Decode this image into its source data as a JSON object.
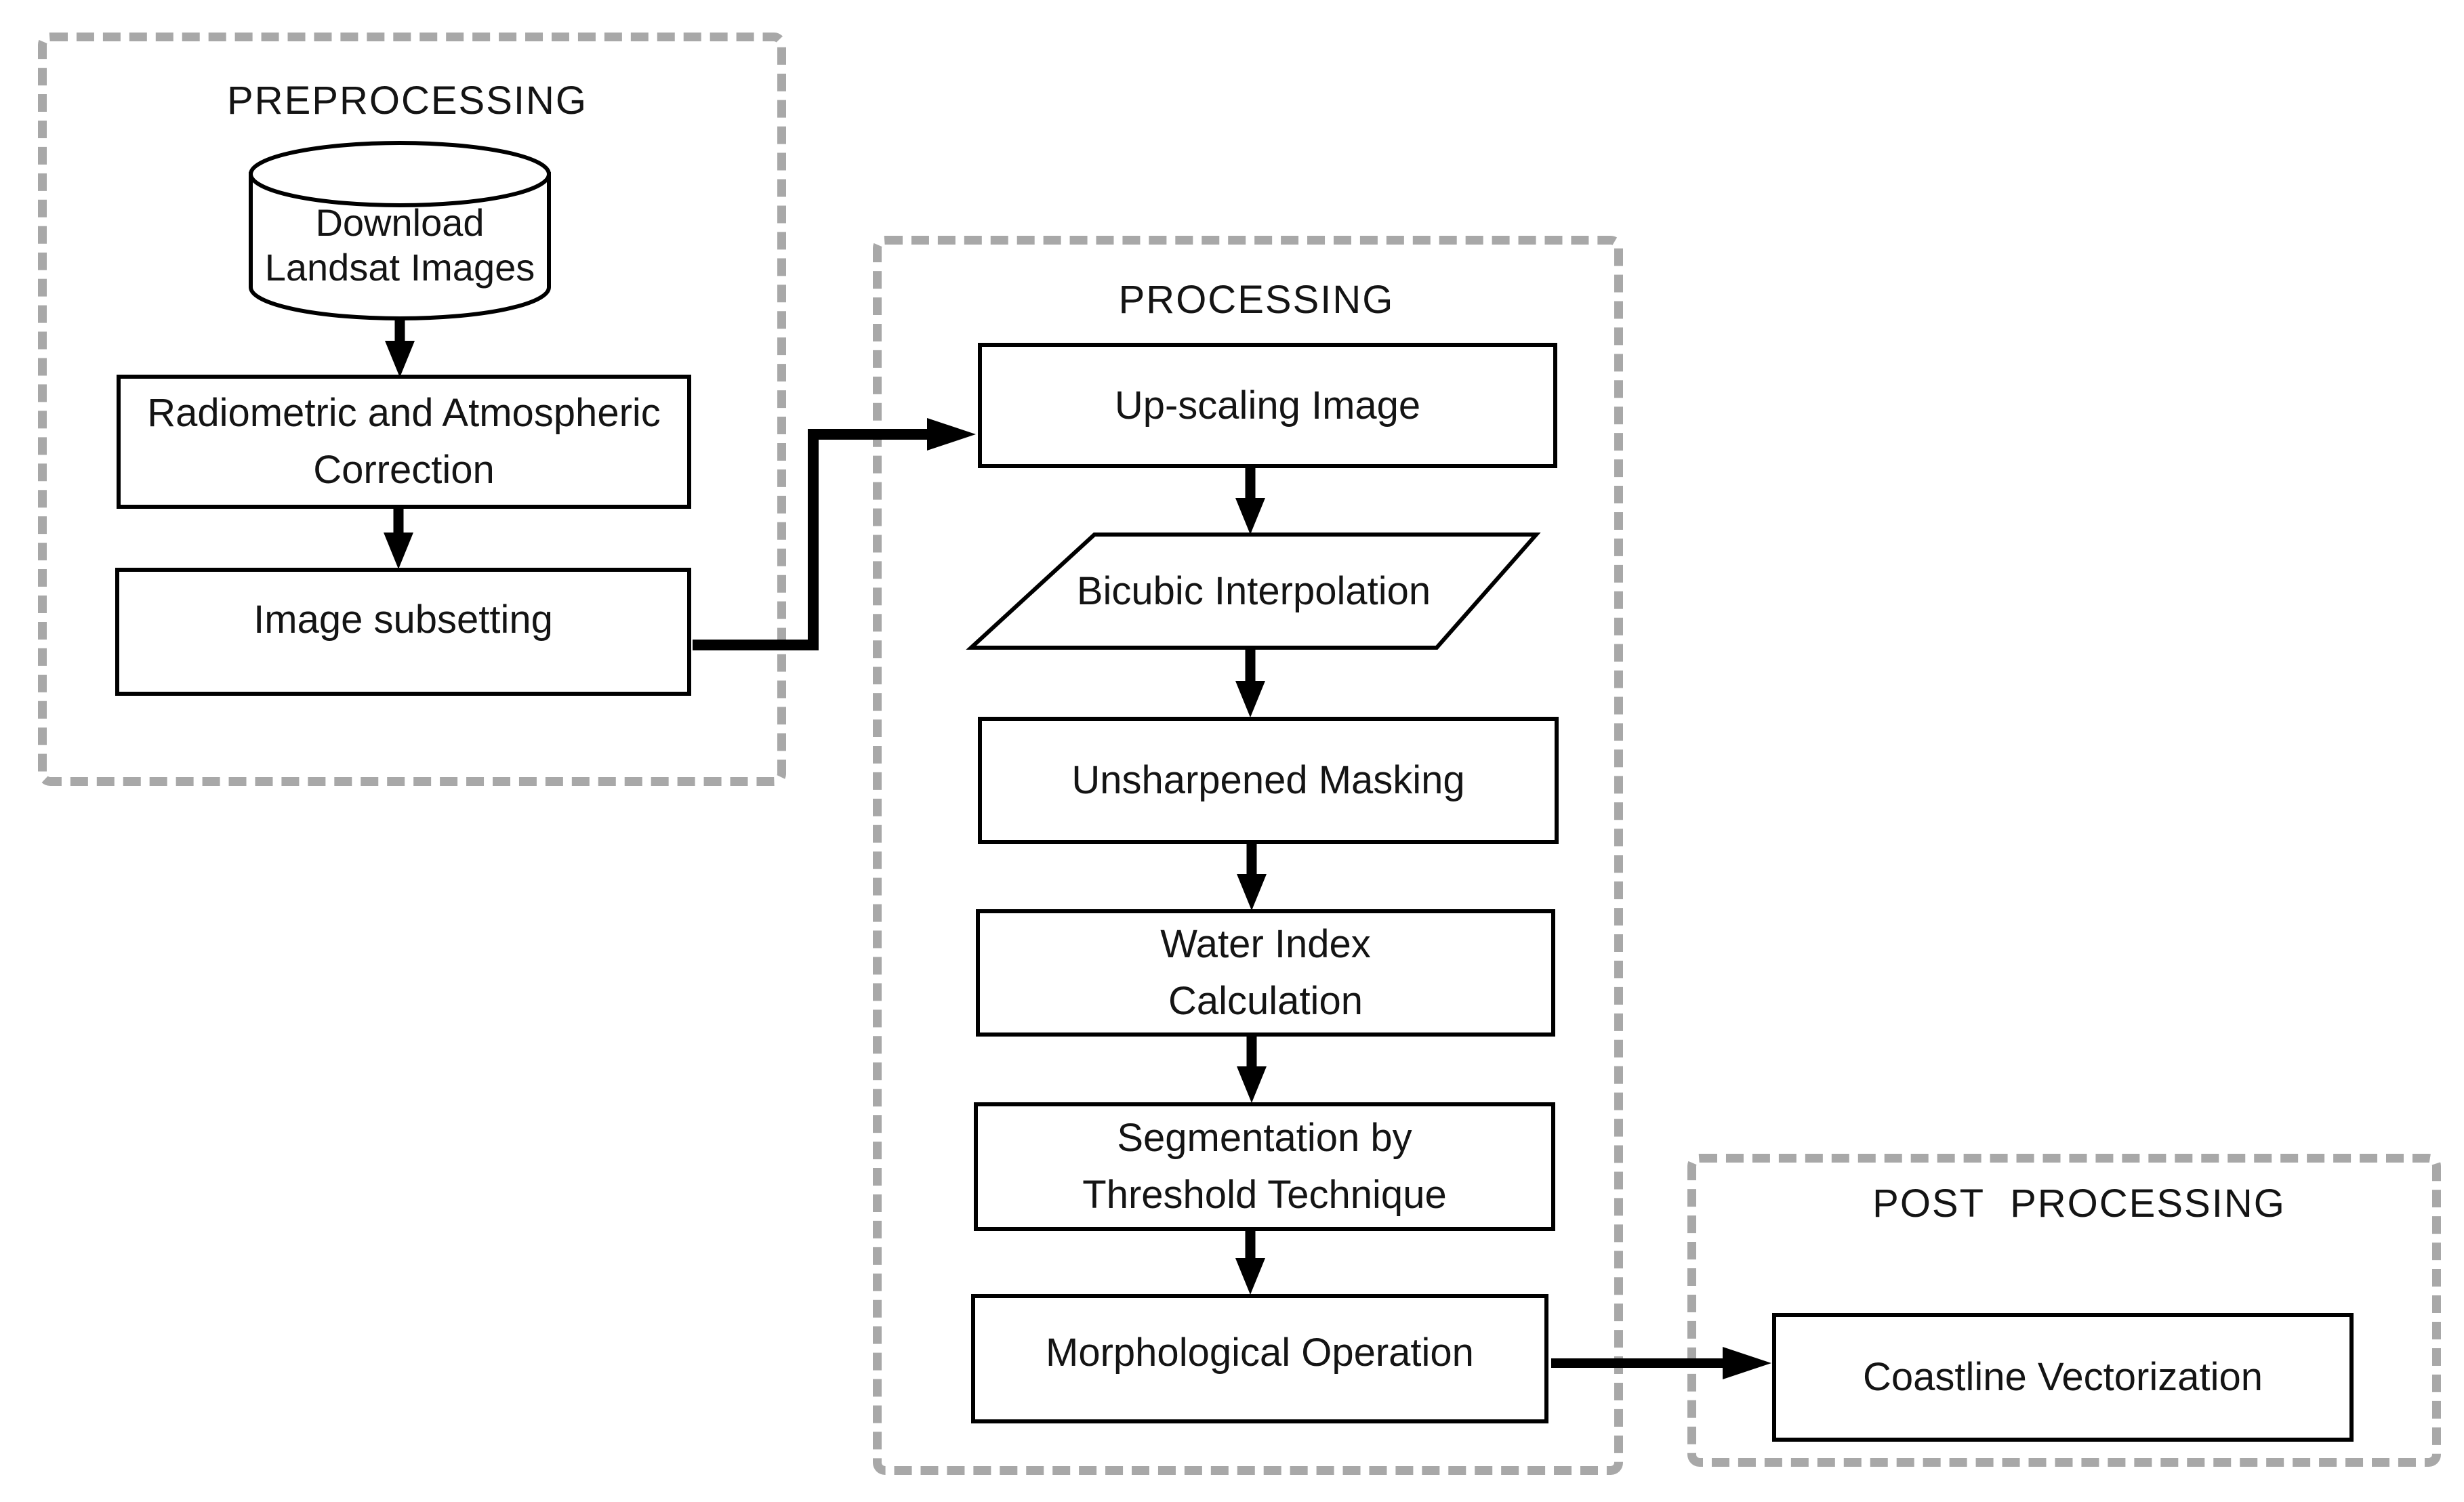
{
  "groups": {
    "preprocessing": {
      "title": "PREPROCESSING"
    },
    "processing": {
      "title": "PROCESSING"
    },
    "postprocessing": {
      "title": "POST PROCESSING"
    }
  },
  "nodes": {
    "download": {
      "shape": "cylinder",
      "line1": "Download",
      "line2": "Landsat Images"
    },
    "radiometric": {
      "shape": "rectangle",
      "line1": "Radiometric and Atmospheric",
      "line2": "Correction"
    },
    "subsetting": {
      "shape": "rectangle",
      "label": "Image subsetting"
    },
    "upscaling": {
      "shape": "rectangle",
      "label": "Up-scaling Image"
    },
    "bicubic": {
      "shape": "parallelogram",
      "label": "Bicubic Interpolation"
    },
    "unsharpened": {
      "shape": "rectangle",
      "label": "Unsharpened Masking"
    },
    "waterindex": {
      "shape": "rectangle",
      "line1": "Water Index",
      "line2": "Calculation"
    },
    "segmentation": {
      "shape": "rectangle",
      "line1": "Segmentation by",
      "line2": "Threshold Technique"
    },
    "morphological": {
      "shape": "rectangle",
      "label": "Morphological Operation"
    },
    "coastline": {
      "shape": "rectangle",
      "label": "Coastline Vectorization"
    }
  },
  "edges": [
    {
      "from": "download",
      "to": "radiometric"
    },
    {
      "from": "radiometric",
      "to": "subsetting"
    },
    {
      "from": "subsetting",
      "to": "upscaling"
    },
    {
      "from": "upscaling",
      "to": "bicubic"
    },
    {
      "from": "bicubic",
      "to": "unsharpened"
    },
    {
      "from": "unsharpened",
      "to": "waterindex"
    },
    {
      "from": "waterindex",
      "to": "segmentation"
    },
    {
      "from": "segmentation",
      "to": "morphological"
    },
    {
      "from": "morphological",
      "to": "coastline"
    }
  ],
  "colors": {
    "background": "#ffffff",
    "node_border": "#000000",
    "group_border": "#a8a8a8",
    "arrow": "#000000",
    "text": "#141414"
  }
}
